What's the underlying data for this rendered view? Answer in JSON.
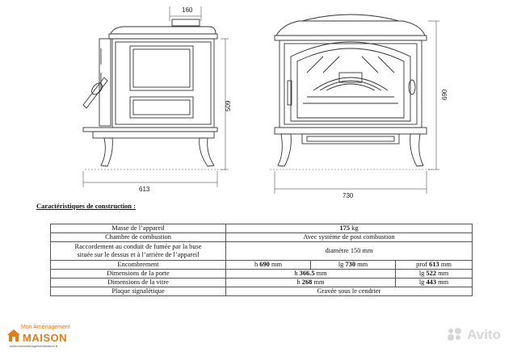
{
  "drawings": {
    "side_view": {
      "top_dim": "160",
      "height_dim": "509",
      "width_dim": "613"
    },
    "front_view": {
      "height_dim": "690",
      "width_dim": "730"
    }
  },
  "section_title": "Caractéristiques de construction :",
  "specs": {
    "mass": {
      "label": "Masse de l’appareil",
      "value": "175",
      "unit": " kg"
    },
    "combustion": {
      "label": "Chambre de combustion",
      "value": "Avec système de post combustion"
    },
    "flue": {
      "label_line1": "Raccordement au conduit de fumée par la buse",
      "label_line2": "située sur le dessus et à l’arrière  de l’appareil",
      "value": "diamètre 150  mm"
    },
    "encombrement": {
      "label": "Encombrement",
      "h_prefix": "h ",
      "h_value": "690",
      "h_unit": "  mm",
      "lg_prefix": "lg ",
      "lg_value": "730",
      "lg_unit": " mm",
      "prof_prefix": "prof ",
      "prof_value": "613",
      "prof_unit": " mm"
    },
    "door": {
      "label": "Dimensions de la porte",
      "h_prefix": "h ",
      "h_value": "366.5",
      "h_unit": " mm",
      "lg_prefix": "lg ",
      "lg_value": "522",
      "lg_unit": " mm"
    },
    "glass": {
      "label": "Dimensions de la vitre",
      "h_prefix": "h ",
      "h_value": "268",
      "h_unit": " mm",
      "lg_prefix": "lg ",
      "lg_value": "443",
      "lg_unit": " mm"
    },
    "plate": {
      "label": "Plaque signalétique",
      "value": "Gravée sous le cendrier"
    }
  },
  "logo": {
    "tagline": "Mon Aménagement",
    "name": "MAISON",
    "url": "www.monamenagementmaison.fr"
  },
  "watermark": "Avito"
}
